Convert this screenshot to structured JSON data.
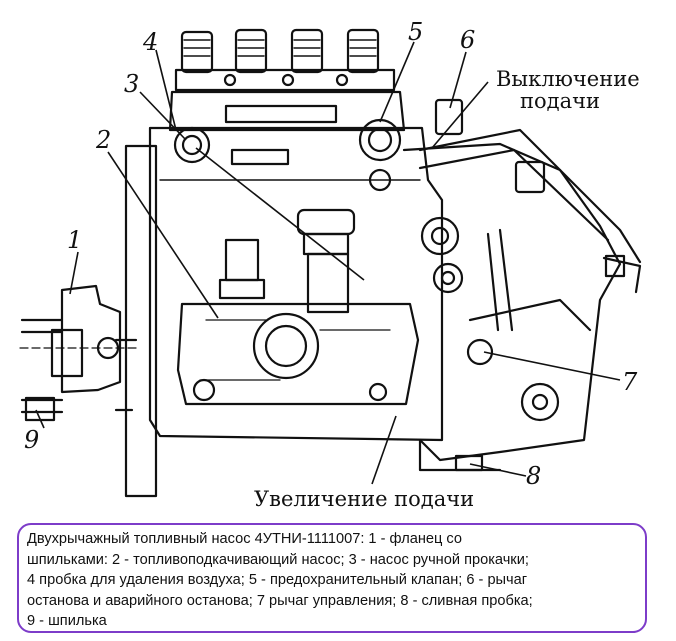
{
  "labels": {
    "shutoff_line1": "Выключение",
    "shutoff_line2": "подачи",
    "increase": "Увеличение подачи"
  },
  "callouts": [
    "1",
    "2",
    "3",
    "4",
    "5",
    "6",
    "7",
    "8",
    "9"
  ],
  "caption": "Двухрычажный топливный насос 4УТНИ-1111007: 1 - фланец со\nшпильками: 2 - топливоподкачивающий насос; 3 - насос ручной прокачки;\n4 пробка для удаления воздуха; 5 - предохранительный клапан; 6 - рычаг\nостанова и аварийного останова; 7 рычаг управления; 8 - сливная пробка;\n9 - шпилька",
  "colors": {
    "caption_border": "#7d3cc9",
    "ink": "#111111"
  }
}
